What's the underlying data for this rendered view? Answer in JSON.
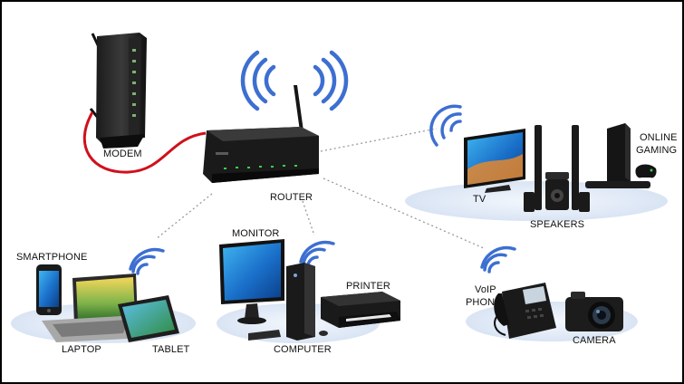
{
  "labels": {
    "modem": "MODEM",
    "router": "ROUTER",
    "tv": "TV",
    "speakers": "SPEAKERS",
    "online_gaming_line1": "ONLINE",
    "online_gaming_line2": "GAMING",
    "smartphone": "SMARTPHONE",
    "laptop": "LAPTOP",
    "tablet": "TABLET",
    "monitor": "MONITOR",
    "computer": "COMPUTER",
    "printer": "PRINTER",
    "voip_line1": "VoIP",
    "voip_line2": "PHONE",
    "camera": "CAMERA"
  },
  "colors": {
    "wifi": "#3d6fd1",
    "cable": "#d0101c",
    "platform": "#e4ecf7",
    "connector": "#9a9a9a"
  },
  "icons": [
    "wifi-signal-icon",
    "modem-icon",
    "router-icon",
    "tv-icon",
    "speaker-icon",
    "game-console-icon",
    "smartphone-icon",
    "laptop-icon",
    "tablet-icon",
    "monitor-icon",
    "pc-tower-icon",
    "printer-icon",
    "voip-phone-icon",
    "camera-icon"
  ]
}
